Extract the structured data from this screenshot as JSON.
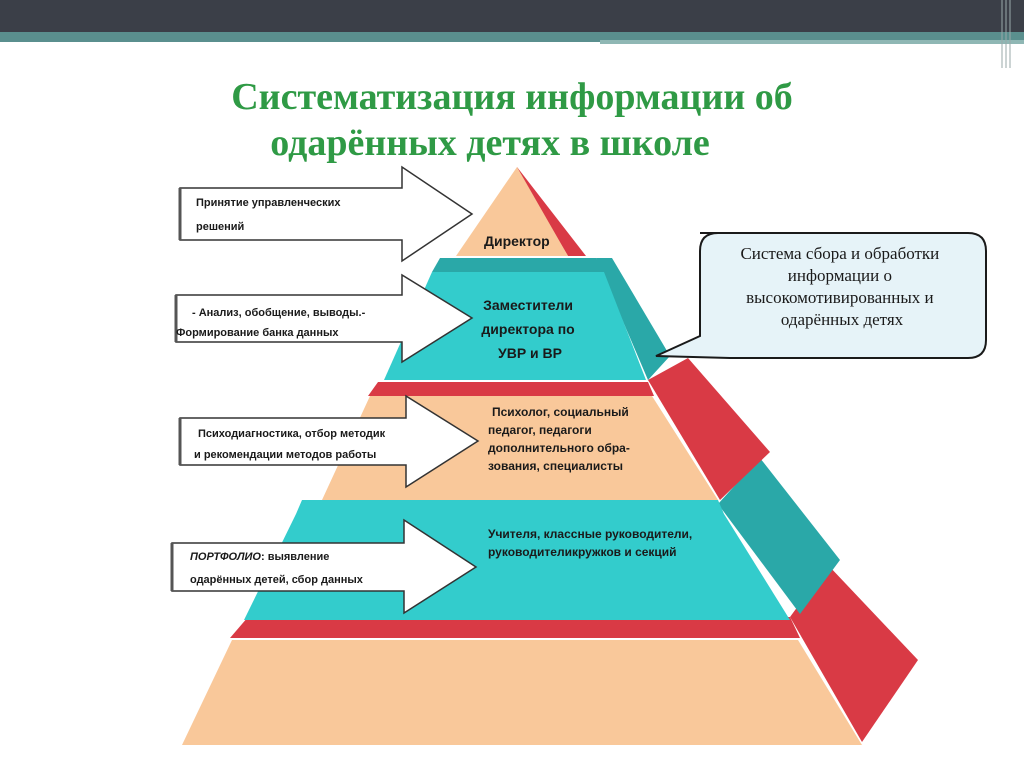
{
  "title": {
    "line1": "Систематизация информации  об",
    "line2": "одарённых детях в школе"
  },
  "pyramid": {
    "level1": [
      "Директор"
    ],
    "level2": [
      "Заместители",
      "директора по",
      "УВР и ВР"
    ],
    "level3": [
      "Психолог, социальный",
      "педагог, педагоги",
      "дополнительного обра-",
      "зования, специалисты"
    ],
    "level4": [
      "Учителя, классные руководители,",
      "руководителикружков и секций"
    ]
  },
  "arrows": {
    "a1": [
      "Принятие управленческих",
      "решений"
    ],
    "a2": [
      "- Анализ, обобщение,    выводы.-",
      "Формирование банка данных"
    ],
    "a3": [
      "Психодиагностика, отбор методик",
      "и рекомендации  методов работы"
    ],
    "a4_em": "ПОРТФОЛИО",
    "a4_rest": ": выявление",
    "a4_line2": "одарённых детей, сбор данных"
  },
  "callout": [
    "Система сбора и обработки",
    "информации о",
    "высокомотивированных и",
    "одарённых детях"
  ],
  "colors": {
    "title": "#2f9a45",
    "peach": "#f9c89a",
    "teal": "#33cccc",
    "red": "#d93a45"
  }
}
